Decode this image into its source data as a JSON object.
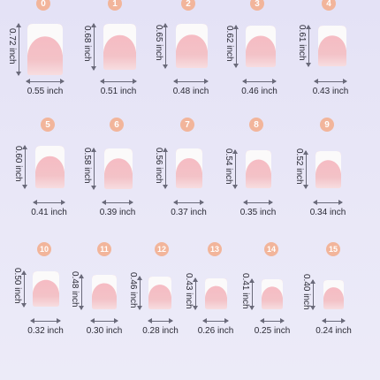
{
  "nails": [
    {
      "size": "0",
      "length": "0.72 inch",
      "width": "0.55 inch"
    },
    {
      "size": "1",
      "length": "0.68 inch",
      "width": "0.51 inch"
    },
    {
      "size": "2",
      "length": "0.65 inch",
      "width": "0.48 inch"
    },
    {
      "size": "3",
      "length": "0.62 inch",
      "width": "0.46 inch"
    },
    {
      "size": "4",
      "length": "0.61 inch",
      "width": "0.43 inch"
    },
    {
      "size": "5",
      "length": "0.60 inch",
      "width": "0.41 inch"
    },
    {
      "size": "6",
      "length": "0.58 inch",
      "width": "0.39 inch"
    },
    {
      "size": "7",
      "length": "0.56 inch",
      "width": "0.37 inch"
    },
    {
      "size": "8",
      "length": "0.54 inch",
      "width": "0.35 inch"
    },
    {
      "size": "9",
      "length": "0.52 inch",
      "width": "0.34 inch"
    },
    {
      "size": "10",
      "length": "0.50 inch",
      "width": "0.32 inch"
    },
    {
      "size": "11",
      "length": "0.48 inch",
      "width": "0.30 inch"
    },
    {
      "size": "12",
      "length": "0.46 inch",
      "width": "0.28 inch"
    },
    {
      "size": "13",
      "length": "0.43 inch",
      "width": "0.26 inch"
    },
    {
      "size": "14",
      "length": "0.41 inch",
      "width": "0.25 inch"
    },
    {
      "size": "15",
      "length": "0.40 inch",
      "width": "0.24 inch"
    }
  ],
  "colors": {
    "badge": "#f2b59b",
    "nail_body": "#f3c2c7",
    "nail_tip": "#fbfafa",
    "background": "#e6e4f6",
    "arrow": "#6a6a7a"
  }
}
